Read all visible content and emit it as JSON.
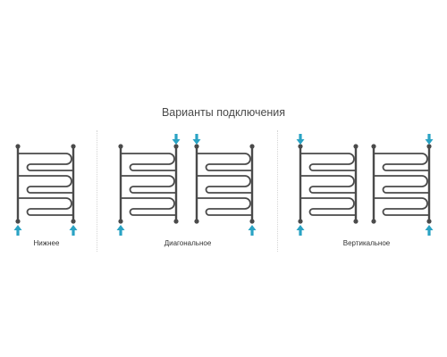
{
  "title": "Варианты подключения",
  "options": [
    {
      "caption": "Нижнее",
      "racks": [
        {
          "arrows": {
            "tl": "",
            "tr": "",
            "bl": "up",
            "br": "up"
          }
        }
      ]
    },
    {
      "caption": "Диагональное",
      "racks": [
        {
          "arrows": {
            "tl": "",
            "tr": "down",
            "bl": "up",
            "br": ""
          }
        },
        {
          "arrows": {
            "tl": "down",
            "tr": "",
            "bl": "",
            "br": "up"
          }
        }
      ]
    },
    {
      "caption": "Вертикальное",
      "racks": [
        {
          "arrows": {
            "tl": "down",
            "tr": "",
            "bl": "up",
            "br": ""
          }
        },
        {
          "arrows": {
            "tl": "",
            "tr": "down",
            "bl": "",
            "br": "up"
          }
        }
      ]
    }
  ],
  "colors": {
    "frame": "#4a4a4a",
    "arrow": "#2aa3c4"
  }
}
